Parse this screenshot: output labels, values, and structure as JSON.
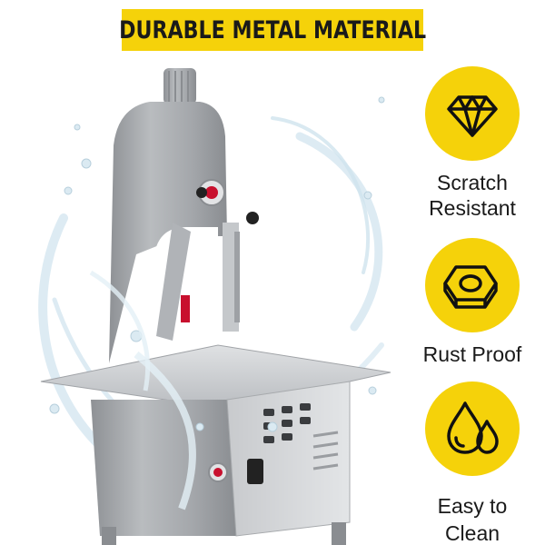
{
  "banner": {
    "text": "DURABLE METAL MATERIAL"
  },
  "features": [
    {
      "icon": "diamond-icon",
      "label_line1": "Scratch",
      "label_line2": "Resistant"
    },
    {
      "icon": "hex-nut-icon",
      "label_line1": "Rust Proof"
    },
    {
      "icon": "water-drops-icon",
      "label_line1": "Easy to",
      "label_line2": "Clean"
    }
  ],
  "colors": {
    "accent": "#f5d20a",
    "text": "#1a1a1a",
    "metal": "#a9acb0",
    "water": "#cfe3ee"
  }
}
